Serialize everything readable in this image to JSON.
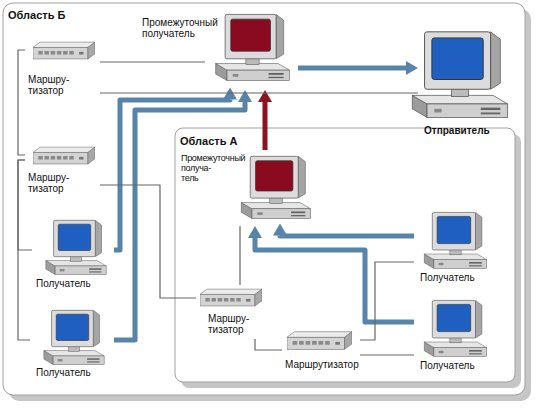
{
  "diagram": {
    "nodes": [
      {
        "text": [
          "Область Б"
        ]
      },
      {
        "text": [
          "Маршру- тизатор"
        ],
        "in": 0
      },
      {
        "text": [
          "Промежуточный получатель"
        ],
        "in": 0
      },
      {
        "text": [
          "Отправитель"
        ],
        "in": 0
      },
      {
        "text": [
          "Маршру- тизатор"
        ],
        "in": 0
      },
      {
        "text": [
          "Получатель"
        ],
        "in": 0
      },
      {
        "text": [
          "Получатель"
        ],
        "in": 0
      },
      {
        "text": [
          "Область А"
        ],
        "in": 0
      },
      {
        "text": [
          "Промежуточный получа- тель"
        ],
        "in": 7
      },
      {
        "text": [
          "Получатель"
        ],
        "in": 7
      },
      {
        "text": [
          "Маршру- тизатор"
        ],
        "in": 7
      },
      {
        "text": [
          "Маршрутизатор"
        ],
        "in": 7
      },
      {
        "text": [
          "Получатель"
        ],
        "in": 7
      }
    ],
    "edges": [
      {
        "from": 5,
        "to": 2,
        "arrow": "to"
      },
      {
        "from": 6,
        "to": 2,
        "arrow": "to"
      },
      {
        "from": 8,
        "to": 2,
        "arrow": "to"
      },
      {
        "from": 2,
        "to": 3,
        "arrow": "to"
      },
      {
        "from": 9,
        "to": 8,
        "arrow": "to"
      },
      {
        "from": 12,
        "to": 8,
        "arrow": "to"
      },
      {
        "from": 1,
        "to": 2,
        "arrow": "none"
      },
      {
        "from": 1,
        "to": 3,
        "arrow": "none"
      },
      {
        "from": 1,
        "to": 4,
        "arrow": "none"
      },
      {
        "from": 4,
        "to": 5,
        "arrow": "none"
      },
      {
        "from": 4,
        "to": 6,
        "arrow": "none"
      },
      {
        "from": 4,
        "to": 10,
        "arrow": "none"
      },
      {
        "from": 10,
        "to": 8,
        "arrow": "none"
      },
      {
        "from": 10,
        "to": 11,
        "arrow": "none"
      },
      {
        "from": 11,
        "to": 9,
        "arrow": "none"
      },
      {
        "from": 11,
        "to": 12,
        "arrow": "none"
      }
    ]
  }
}
